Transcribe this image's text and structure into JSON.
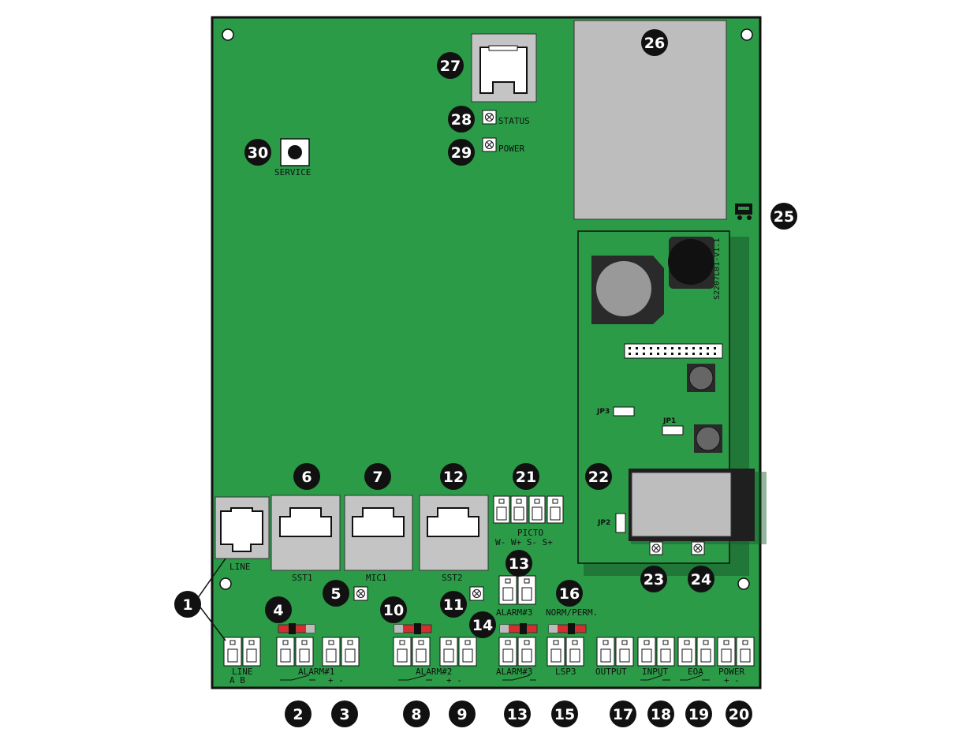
{
  "board": {
    "labels": {
      "line_jack": "LINE",
      "sst1": "SST1",
      "mic1": "MIC1",
      "sst2": "SST2",
      "service": "SERVICE",
      "status": "STATUS",
      "power_led": "POWER",
      "picto": "PICTO",
      "picto_pins": "W- W+ S- S+",
      "alarm3_top": "ALARM#3",
      "norm_perm": "NORM/PERM.",
      "line_term": "LINE",
      "line_ab": "A  B",
      "alarm1": "ALARM#1",
      "alarm1_pm": "+  -",
      "alarm2": "ALARM#2",
      "alarm2_pm": "+  -",
      "alarm3_bottom": "ALARM#3",
      "lsp3": "LSP3",
      "output": "OUTPUT",
      "input": "INPUT",
      "eoa": "EOA",
      "power_term": "POWER",
      "power_pm": "+  -",
      "jp1": "JP1",
      "jp2": "JP2",
      "jp3": "JP3",
      "module_id": "S2207L01-V1.1"
    }
  },
  "callouts": [
    "1",
    "2",
    "3",
    "4",
    "5",
    "6",
    "7",
    "8",
    "9",
    "10",
    "11",
    "12",
    "13",
    "13",
    "14",
    "15",
    "16",
    "17",
    "18",
    "19",
    "20",
    "21",
    "22",
    "23",
    "24",
    "25",
    "26",
    "27",
    "28",
    "29",
    "30"
  ]
}
